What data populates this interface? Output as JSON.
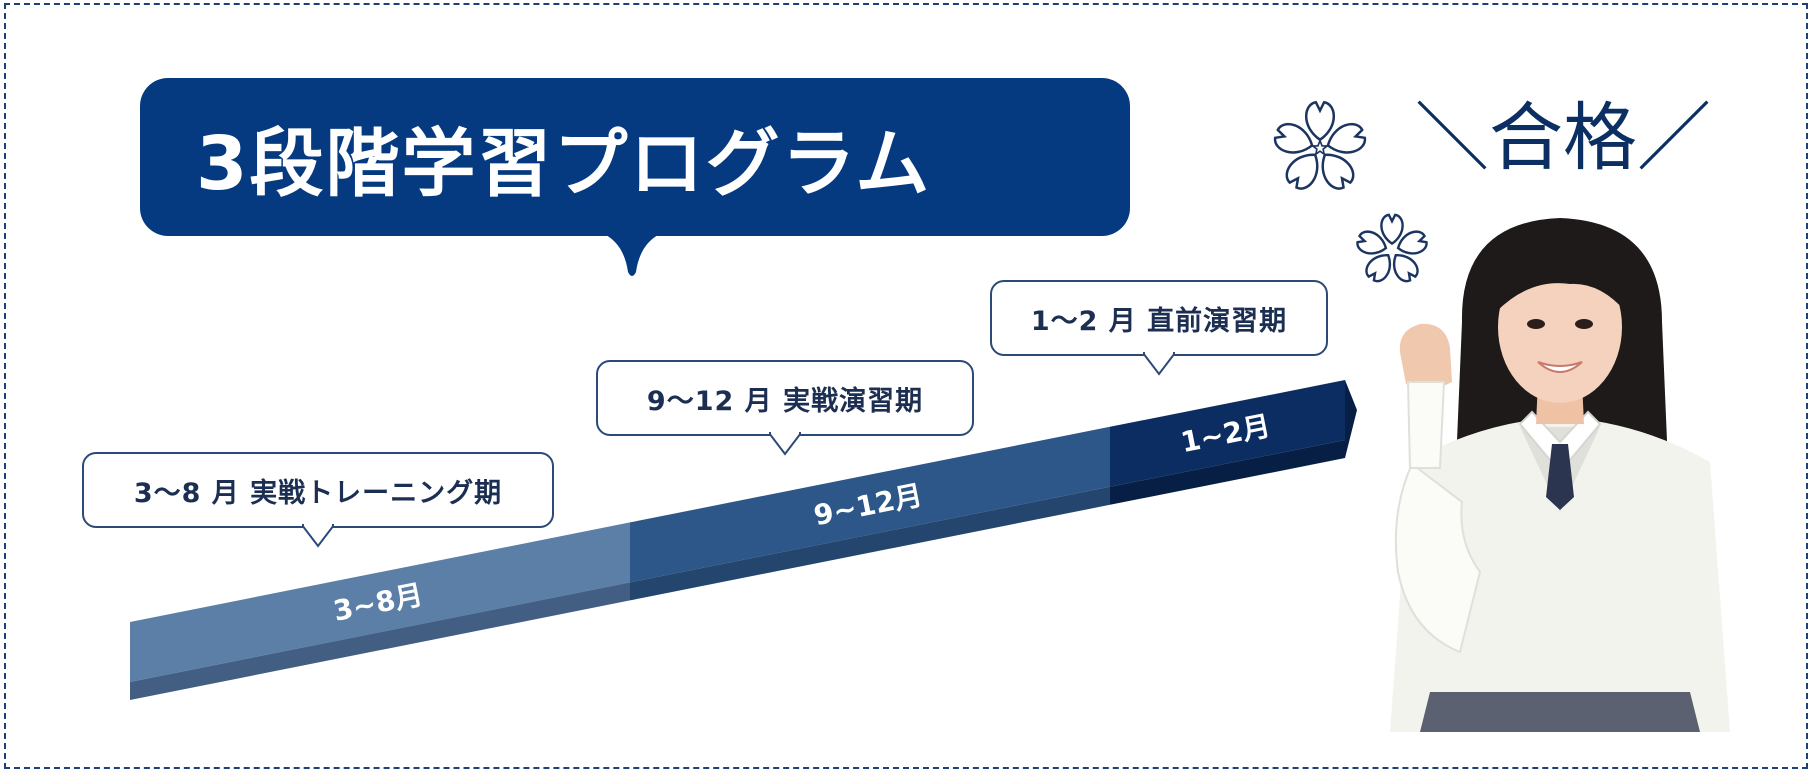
{
  "title": "3段階学習プログラム",
  "goal": {
    "slash_left": "＼",
    "word": "合格",
    "slash_right": "／"
  },
  "stages": [
    {
      "bar_label": "3~8月",
      "callout": "3～8 月 実戦トレーニング期",
      "color": "#5b7fa6",
      "side_color": "#435e83"
    },
    {
      "bar_label": "9~12月",
      "callout": "9～12 月 実戦演習期",
      "color": "#2c5788",
      "side_color": "#24466e"
    },
    {
      "bar_label": "1~2月",
      "callout": "1～2 月 直前演習期",
      "color": "#0c2d61",
      "side_color": "#081f45"
    }
  ],
  "icons": {
    "flower_1": "sakura-outline-icon",
    "flower_2": "sakura-outline-icon"
  },
  "colors": {
    "navy": "#053a80",
    "frame": "#1f3f7a"
  }
}
